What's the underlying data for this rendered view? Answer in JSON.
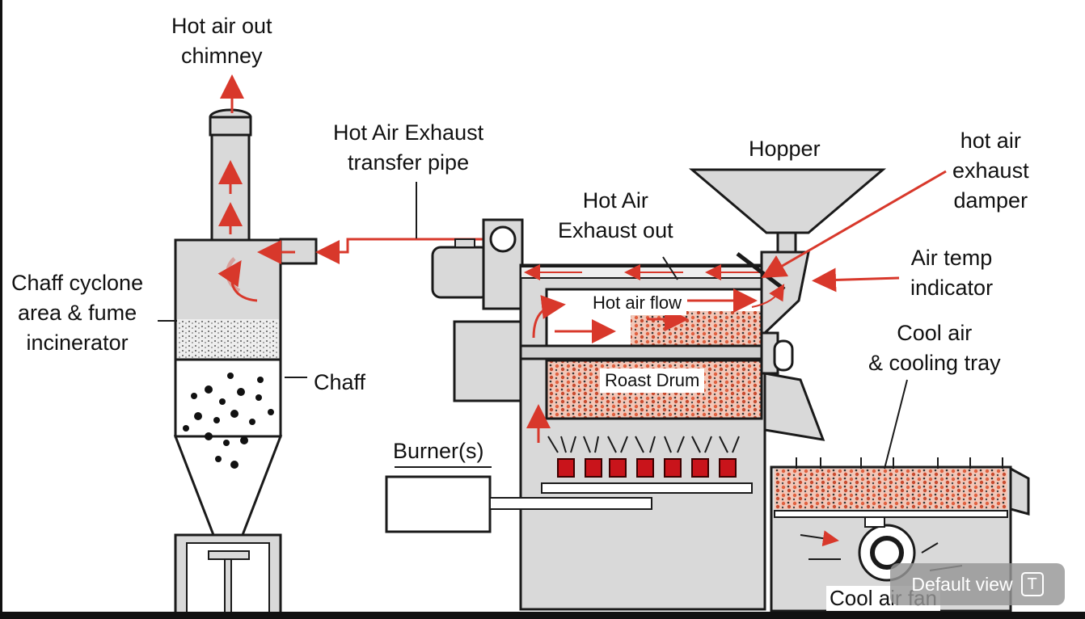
{
  "labels": {
    "chimney": "Hot air out\nchimney",
    "transfer_pipe": "Hot Air Exhaust\ntransfer pipe",
    "hopper": "Hopper",
    "exhaust_out": "Hot Air\nExhaust out",
    "damper": "hot air\nexhaust\ndamper",
    "cyclone": "Chaff cyclone\narea & fume\nincinerator",
    "temp_indicator": "Air temp\nindicator",
    "cool_air": "Cool air\n& cooling tray",
    "chaff": "Chaff",
    "hot_air_flow": "Hot air flow",
    "roast_drum": "Roast Drum",
    "burners": "Burner(s)",
    "cool_air_fan": "Cool air fan"
  },
  "overlay": {
    "default_view": "Default view",
    "shortcut_key": "T"
  },
  "colors": {
    "arrow": "#d8382b",
    "machine_fill": "#d9d9d9",
    "outline": "#1a1a1a",
    "beans": "#e87a5c",
    "burner": "#c9141b"
  }
}
